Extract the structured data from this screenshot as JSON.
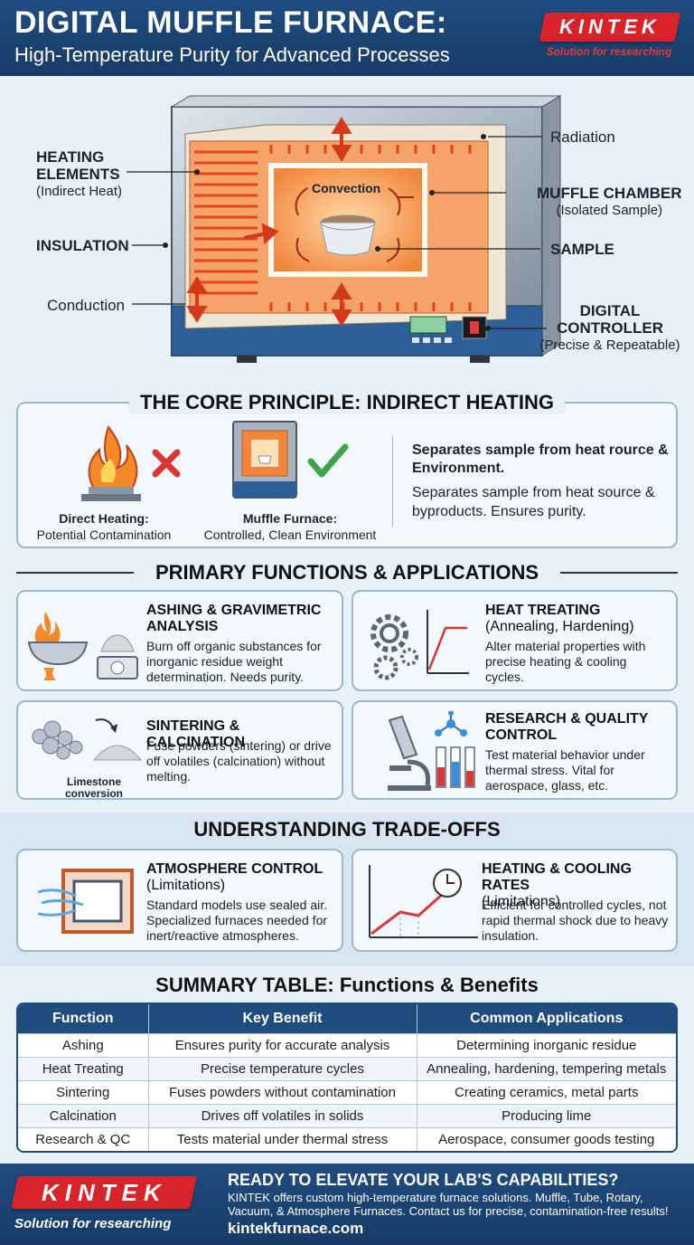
{
  "header": {
    "title": "DIGITAL MUFFLE FURNACE:",
    "subtitle": "High-Temperature Purity for Advanced Processes",
    "brand": "KINTEK",
    "brand_tagline": "Solution for researching"
  },
  "diagram": {
    "heating_elements": "HEATING\nELEMENTS",
    "heating_elements_sub": "(Indirect Heat)",
    "insulation": "INSULATION",
    "conduction": "Conduction",
    "convection": "Convection",
    "radiation": "Radiation",
    "muffle_chamber": "MUFFLE CHAMBER",
    "muffle_chamber_sub": "(Isolated Sample)",
    "sample": "SAMPLE",
    "digital_controller": "DIGITAL\nCONTROLLER",
    "digital_controller_sub": "(Precise & Repeatable)"
  },
  "principle": {
    "title": "THE CORE PRINCIPLE: INDIRECT HEATING",
    "direct_label": "Direct Heating:",
    "direct_sub": "Potential Contamination",
    "muffle_label": "Muffle Furnace:",
    "muffle_sub": "Controlled, Clean Environment",
    "headline": "Separates sample from heat rource & Environment.",
    "body": "Separates sample from heat source & byproducts. Ensures purity."
  },
  "functions": {
    "title": "PRIMARY FUNCTIONS & APPLICATIONS",
    "ashing_title": "ASHING & GRAVIMETRIC ANALYSIS",
    "ashing_desc": "Burn off organic substances for inorganic residue weight determination. Needs purity.",
    "heat_title": "HEAT TREATING",
    "heat_sub": "(Annealing, Hardening)",
    "heat_desc": "Alter material properties with precise heating & cooling cycles.",
    "sinter_title": "SINTERING & CALCINATION",
    "sinter_desc": "Fuse powders (sintering) or drive off volatiles (calcination) without melting.",
    "sinter_note": "Limestone conversion",
    "research_title": "RESEARCH & QUALITY CONTROL",
    "research_desc": "Test material behavior under thermal stress. Vital for aerospace, glass, etc."
  },
  "tradeoffs": {
    "title": "UNDERSTANDING TRADE-OFFS",
    "atmo_title": "ATMOSPHERE CONTROL",
    "atmo_sub": "(Limitations)",
    "atmo_desc": "Standard models use sealed air. Specialized furnaces needed for inert/reactive atmospheres.",
    "rates_title": "HEATING & COOLING RATES",
    "rates_sub": "(Limitations)",
    "rates_desc": "Efficient for controlled cycles, not rapid thermal shock due to heavy insulation."
  },
  "table": {
    "title": "SUMMARY TABLE: Functions & Benefits",
    "headers": [
      "Function",
      "Key Benefit",
      "Common Applications"
    ],
    "rows": [
      [
        "Ashing",
        "Ensures purity for accurate analysis",
        "Determining inorganic residue"
      ],
      [
        "Heat Treating",
        "Precise temperature cycles",
        "Annealing, hardening, tempering metals"
      ],
      [
        "Sintering",
        "Fuses powders without contamination",
        "Creating ceramics, metal parts"
      ],
      [
        "Calcination",
        "Drives off volatiles in solids",
        "Producing lime"
      ],
      [
        "Research & QC",
        "Tests material under thermal stress",
        "Aerospace, consumer goods testing"
      ]
    ]
  },
  "footer": {
    "brand": "KINTEK",
    "brand_tagline": "Solution for researching",
    "cta": "READY TO ELEVATE YOUR LAB'S CAPABILITIES?",
    "desc": "KINTEK offers custom high-temperature furnace solutions. Muffle, Tube, Rotary, Vacuum, & Atmosphere Furnaces. Contact us for precise, contamination-free results!",
    "url": "kintekfurnace.com"
  }
}
